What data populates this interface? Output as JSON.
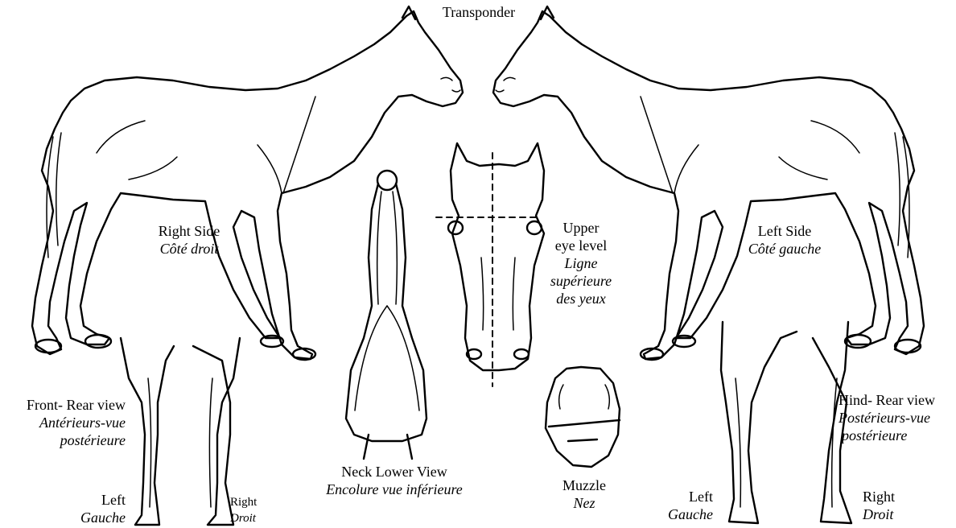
{
  "labels": {
    "transponder": "Transponder",
    "right_side": {
      "en": "Right Side",
      "fr": "Côté droit"
    },
    "left_side": {
      "en": "Left Side",
      "fr": "Côté gauche"
    },
    "upper_eye": {
      "en1": "Upper",
      "en2": "eye level",
      "fr1": "Ligne",
      "fr2": "supérieure",
      "fr3": "des yeux"
    },
    "front_rear": {
      "en": "Front- Rear view",
      "fr1": "Antérieurs-vue",
      "fr2": "postérieure"
    },
    "hind_rear": {
      "en": "Hind- Rear view",
      "fr1": "Postérieurs-vue",
      "fr2": "postérieure"
    },
    "neck": {
      "en": "Neck Lower View",
      "fr": "Encolure vue inférieure"
    },
    "muzzle": {
      "en": "Muzzle",
      "fr": "Nez"
    },
    "front_left": {
      "en": "Left",
      "fr": "Gauche"
    },
    "front_right": {
      "en": "Right",
      "fr": "Droit"
    },
    "hind_left": {
      "en": "Left",
      "fr": "Gauche"
    },
    "hind_right": {
      "en": "Right",
      "fr": "Droit"
    }
  }
}
